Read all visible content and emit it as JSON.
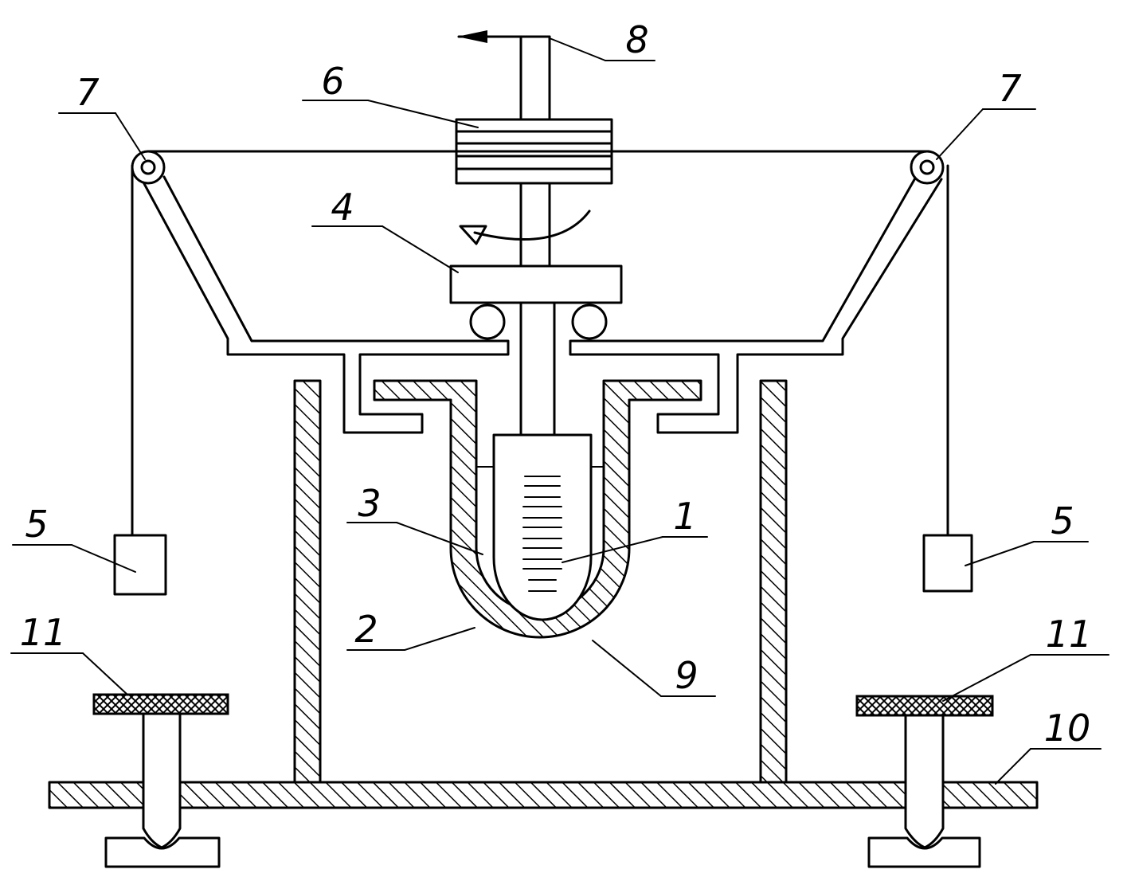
{
  "labels": {
    "l1": "1",
    "l2": "2",
    "l3": "3",
    "l4": "4",
    "l5a": "5",
    "l5b": "5",
    "l6": "6",
    "l7a": "7",
    "l7b": "7",
    "l8": "8",
    "l9": "9",
    "l10": "10",
    "l11a": "11",
    "l11b": "11"
  }
}
